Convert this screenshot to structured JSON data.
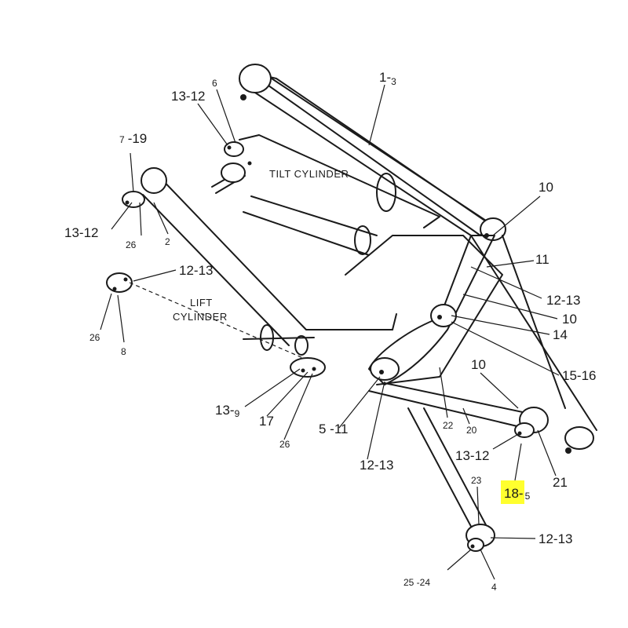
{
  "captions": {
    "tilt_cylinder": "TILT CYLINDER",
    "lift_line1": "LIFT",
    "lift_line2": "CYLINDER"
  },
  "callouts": {
    "c_1_3_a": "1-",
    "c_1_3_b": "3",
    "c_13_12_top": "13-12",
    "c_6": "6",
    "c_7_19_a": "7",
    "c_7_19_b": "-19",
    "c_13_12_left": "13-12",
    "c_26_a": "26",
    "c_2": "2",
    "c_12_13_lift": "12-13",
    "c_26_b": "26",
    "c_8": "8",
    "c_10_a": "10",
    "c_11_a": "11",
    "c_12_13_right": "12-13",
    "c_10_b": "10",
    "c_14": "14",
    "c_15_16": "15-16",
    "c_10_c": "10",
    "c_13_9_a": "13-",
    "c_13_9_b": "9",
    "c_17": "17",
    "c_26_c": "26",
    "c_5_11": "5 -11",
    "c_12_13_mid": "12-13",
    "c_22": "22",
    "c_20": "20",
    "c_13_12_bottom": "13-12",
    "c_21": "21",
    "c_18_5_a": "18-",
    "c_18_5_b": "5",
    "c_23": "23",
    "c_12_13_bottom": "12-13",
    "c_25_24": "25 -24",
    "c_4": "4"
  },
  "highlight_color": "#ffff2e"
}
